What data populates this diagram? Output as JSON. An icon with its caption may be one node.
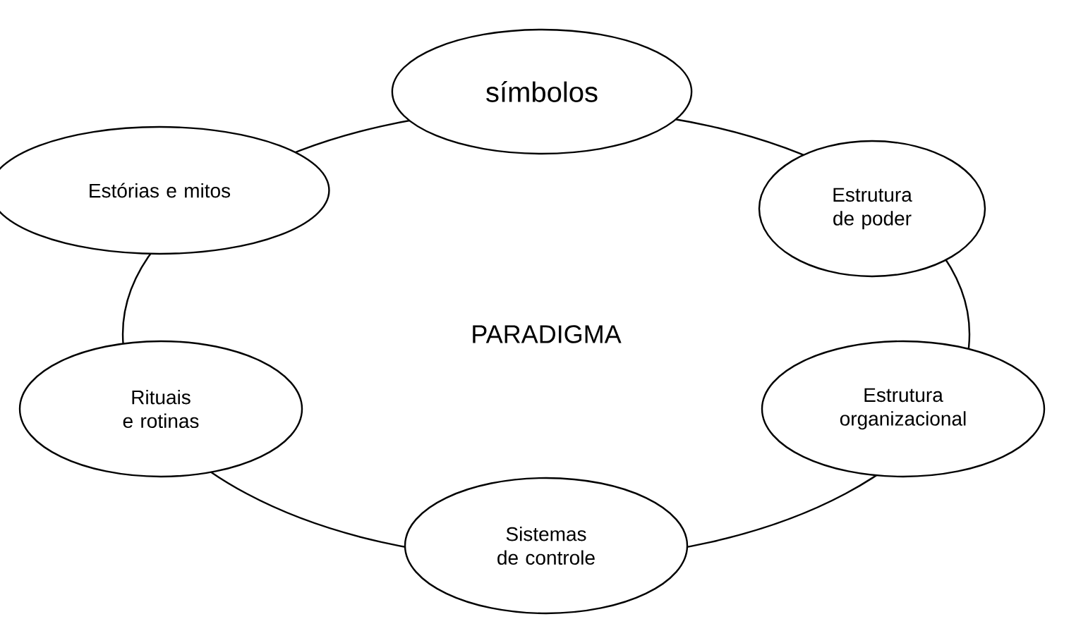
{
  "diagram": {
    "nodes": [
      {
        "text": [
          "PARADIGMA"
        ]
      },
      {
        "text": [
          "símbolos"
        ]
      },
      {
        "text": [
          "Estórias e mitos"
        ]
      },
      {
        "text": [
          "Estrutura de poder"
        ]
      },
      {
        "text": [
          "Rituais e rotinas"
        ]
      },
      {
        "text": [
          "Estrutura organizacional"
        ]
      },
      {
        "text": [
          "Sistemas de controle"
        ]
      }
    ]
  }
}
